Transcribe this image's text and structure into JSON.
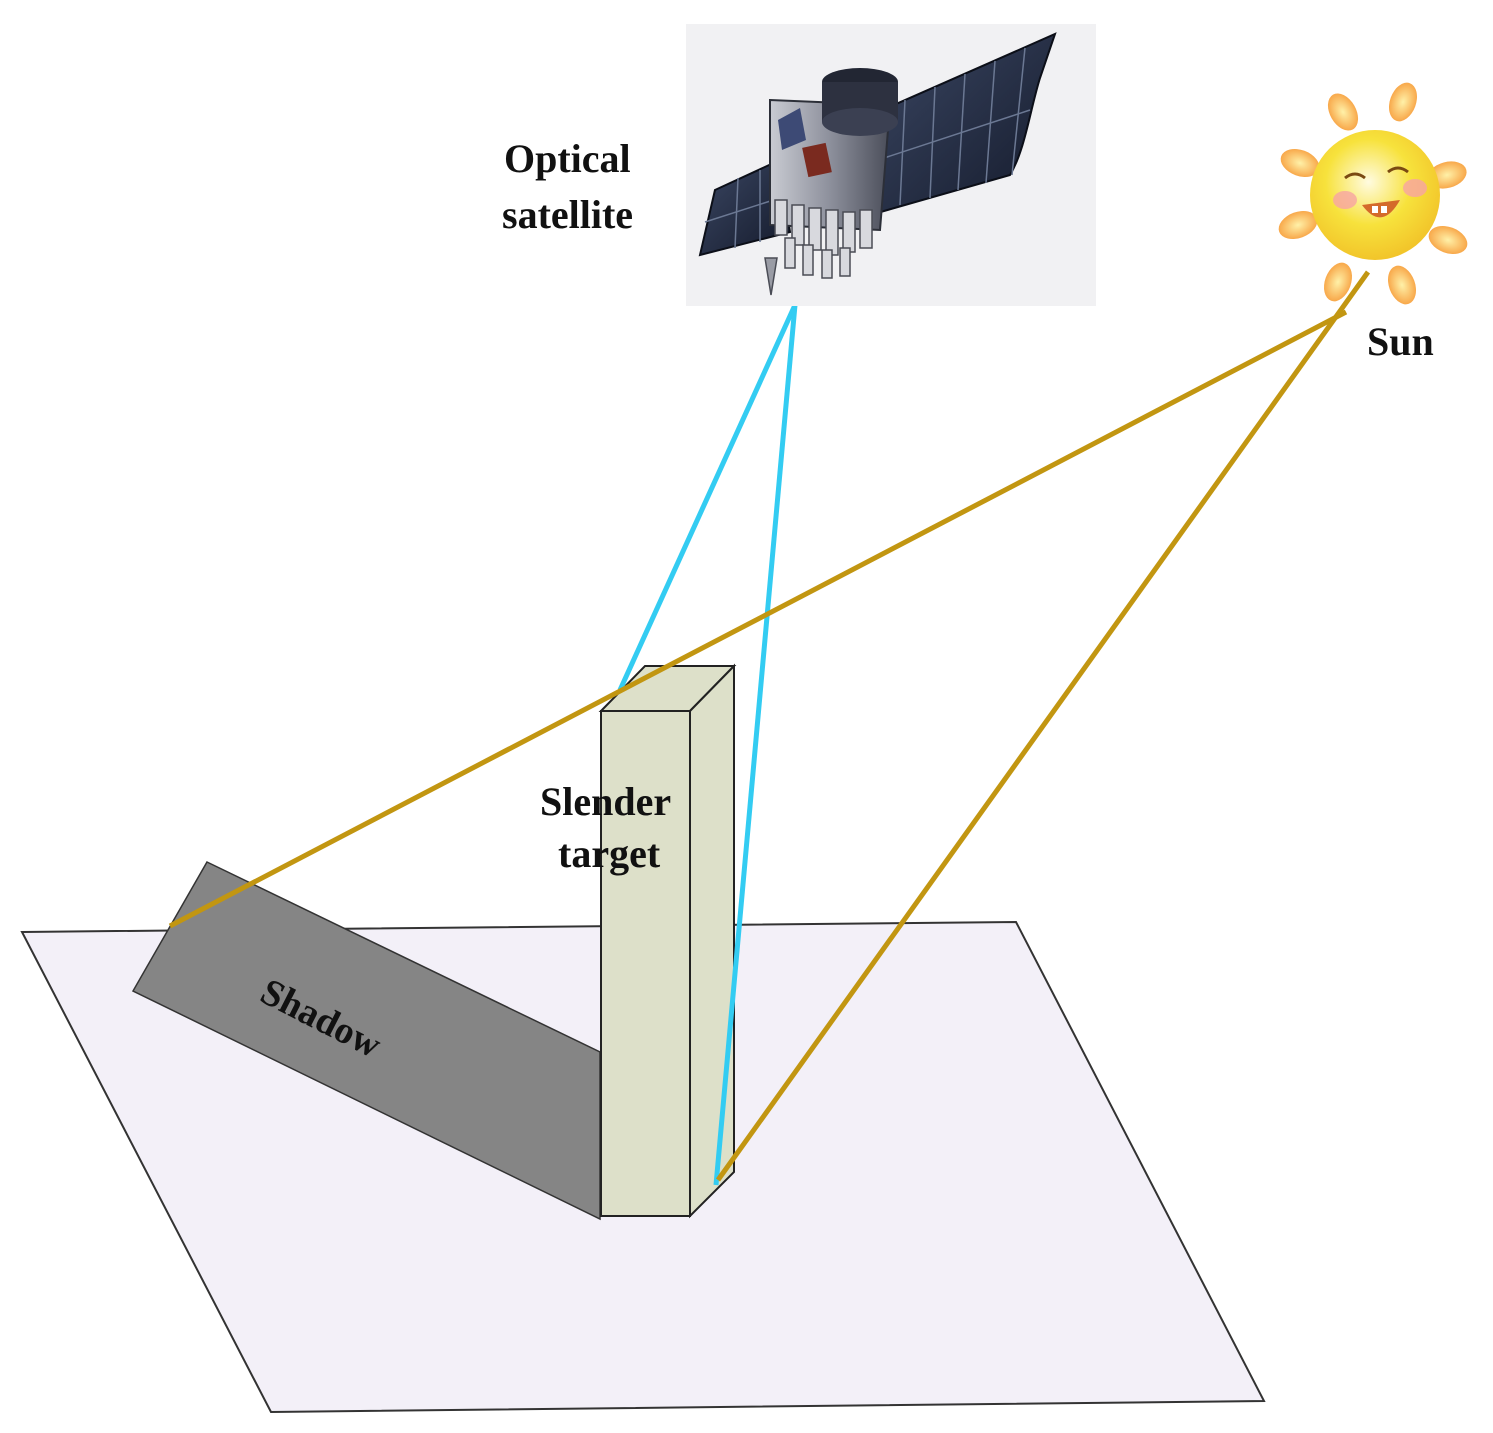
{
  "labels": {
    "satellite_line1": "Optical",
    "satellite_line2": "satellite",
    "sun": "Sun",
    "target_line1": "Slender",
    "target_line2": "target",
    "shadow": "Shadow"
  },
  "colors": {
    "ground": "#f3f0f8",
    "shadow": "#858585",
    "target_front": "#dde0c9",
    "target_side": "#dde0c9",
    "satellite_ray": "#33ccf2",
    "sun_ray": "#c29611",
    "sun_body": "#f7e23c",
    "sun_glow": "#f8a84a"
  },
  "icons": {
    "satellite": "satellite-icon",
    "sun": "sun-icon"
  }
}
